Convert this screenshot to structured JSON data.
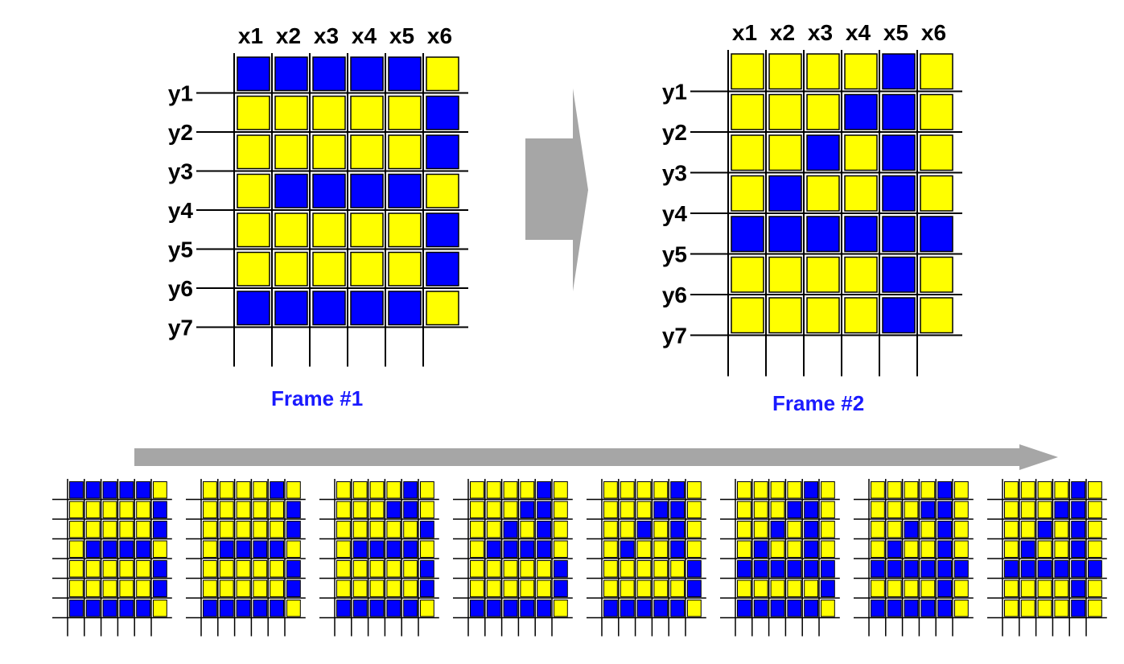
{
  "colors": {
    "on": "#0000ff",
    "off": "#ffff00",
    "line": "#000000",
    "arrow": "#a6a6a6",
    "title": "#1a1aff"
  },
  "icons": {
    "big-arrow": "right-arrow",
    "timeline-arrow": "long-right-arrow"
  },
  "col_labels": [
    "x1",
    "x2",
    "x3",
    "x4",
    "x5",
    "x6"
  ],
  "row_labels": [
    "y1",
    "y2",
    "y3",
    "y4",
    "y5",
    "y6",
    "y7"
  ],
  "frame1": {
    "title": "Frame #1",
    "grid": [
      [
        1,
        1,
        1,
        1,
        1,
        0
      ],
      [
        0,
        0,
        0,
        0,
        0,
        1
      ],
      [
        0,
        0,
        0,
        0,
        0,
        1
      ],
      [
        0,
        1,
        1,
        1,
        1,
        0
      ],
      [
        0,
        0,
        0,
        0,
        0,
        1
      ],
      [
        0,
        0,
        0,
        0,
        0,
        1
      ],
      [
        1,
        1,
        1,
        1,
        1,
        0
      ]
    ]
  },
  "frame2": {
    "title": "Frame #2",
    "grid": [
      [
        0,
        0,
        0,
        0,
        1,
        0
      ],
      [
        0,
        0,
        0,
        1,
        1,
        0
      ],
      [
        0,
        0,
        1,
        0,
        1,
        0
      ],
      [
        0,
        1,
        0,
        0,
        1,
        0
      ],
      [
        1,
        1,
        1,
        1,
        1,
        1
      ],
      [
        0,
        0,
        0,
        0,
        1,
        0
      ],
      [
        0,
        0,
        0,
        0,
        1,
        0
      ]
    ]
  },
  "sequence": [
    [
      [
        1,
        1,
        1,
        1,
        1,
        0
      ],
      [
        0,
        0,
        0,
        0,
        0,
        1
      ],
      [
        0,
        0,
        0,
        0,
        0,
        1
      ],
      [
        0,
        1,
        1,
        1,
        1,
        0
      ],
      [
        0,
        0,
        0,
        0,
        0,
        1
      ],
      [
        0,
        0,
        0,
        0,
        0,
        1
      ],
      [
        1,
        1,
        1,
        1,
        1,
        0
      ]
    ],
    [
      [
        0,
        0,
        0,
        0,
        1,
        0
      ],
      [
        0,
        0,
        0,
        0,
        0,
        1
      ],
      [
        0,
        0,
        0,
        0,
        0,
        1
      ],
      [
        0,
        1,
        1,
        1,
        1,
        0
      ],
      [
        0,
        0,
        0,
        0,
        0,
        1
      ],
      [
        0,
        0,
        0,
        0,
        0,
        1
      ],
      [
        1,
        1,
        1,
        1,
        1,
        0
      ]
    ],
    [
      [
        0,
        0,
        0,
        0,
        1,
        0
      ],
      [
        0,
        0,
        0,
        1,
        1,
        0
      ],
      [
        0,
        0,
        0,
        0,
        0,
        1
      ],
      [
        0,
        1,
        1,
        1,
        1,
        0
      ],
      [
        0,
        0,
        0,
        0,
        0,
        1
      ],
      [
        0,
        0,
        0,
        0,
        0,
        1
      ],
      [
        1,
        1,
        1,
        1,
        1,
        0
      ]
    ],
    [
      [
        0,
        0,
        0,
        0,
        1,
        0
      ],
      [
        0,
        0,
        0,
        1,
        1,
        0
      ],
      [
        0,
        0,
        1,
        0,
        1,
        0
      ],
      [
        0,
        1,
        1,
        1,
        1,
        0
      ],
      [
        0,
        0,
        0,
        0,
        0,
        1
      ],
      [
        0,
        0,
        0,
        0,
        0,
        1
      ],
      [
        1,
        1,
        1,
        1,
        1,
        0
      ]
    ],
    [
      [
        0,
        0,
        0,
        0,
        1,
        0
      ],
      [
        0,
        0,
        0,
        1,
        1,
        0
      ],
      [
        0,
        0,
        1,
        0,
        1,
        0
      ],
      [
        0,
        1,
        0,
        0,
        1,
        0
      ],
      [
        0,
        0,
        0,
        0,
        0,
        1
      ],
      [
        0,
        0,
        0,
        0,
        0,
        1
      ],
      [
        1,
        1,
        1,
        1,
        1,
        0
      ]
    ],
    [
      [
        0,
        0,
        0,
        0,
        1,
        0
      ],
      [
        0,
        0,
        0,
        1,
        1,
        0
      ],
      [
        0,
        0,
        1,
        0,
        1,
        0
      ],
      [
        0,
        1,
        0,
        0,
        1,
        0
      ],
      [
        1,
        1,
        1,
        1,
        1,
        1
      ],
      [
        0,
        0,
        0,
        0,
        0,
        1
      ],
      [
        1,
        1,
        1,
        1,
        1,
        0
      ]
    ],
    [
      [
        0,
        0,
        0,
        0,
        1,
        0
      ],
      [
        0,
        0,
        0,
        1,
        1,
        0
      ],
      [
        0,
        0,
        1,
        0,
        1,
        0
      ],
      [
        0,
        1,
        0,
        0,
        1,
        0
      ],
      [
        1,
        1,
        1,
        1,
        1,
        1
      ],
      [
        0,
        0,
        0,
        0,
        1,
        0
      ],
      [
        1,
        1,
        1,
        1,
        1,
        0
      ]
    ],
    [
      [
        0,
        0,
        0,
        0,
        1,
        0
      ],
      [
        0,
        0,
        0,
        1,
        1,
        0
      ],
      [
        0,
        0,
        1,
        0,
        1,
        0
      ],
      [
        0,
        1,
        0,
        0,
        1,
        0
      ],
      [
        1,
        1,
        1,
        1,
        1,
        1
      ],
      [
        0,
        0,
        0,
        0,
        1,
        0
      ],
      [
        0,
        0,
        0,
        0,
        1,
        0
      ]
    ]
  ]
}
